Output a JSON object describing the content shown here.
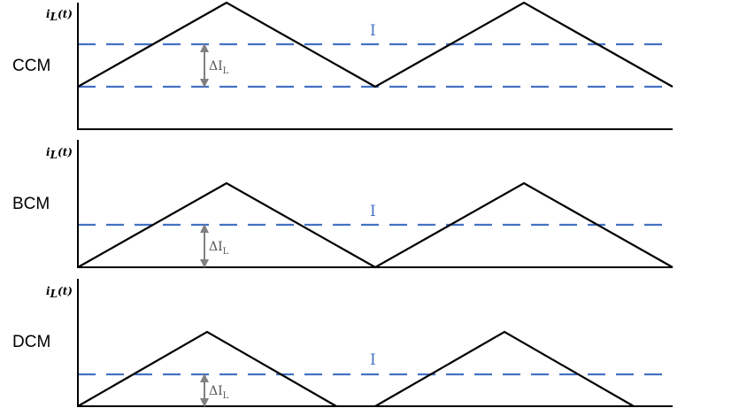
{
  "panels": [
    {
      "mode": "CCM",
      "y_label": "iL(t)",
      "y_label_main": "i",
      "y_label_sub": "L",
      "y_label_tail": "(t)",
      "ripple_label": "ΔI",
      "ripple_sub": "L",
      "avg_label": "I"
    },
    {
      "mode": "BCM",
      "y_label": "iL(t)",
      "y_label_main": "i",
      "y_label_sub": "L",
      "y_label_tail": "(t)",
      "ripple_label": "ΔI",
      "ripple_sub": "L",
      "avg_label": "I"
    },
    {
      "mode": "DCM",
      "y_label": "iL(t)",
      "y_label_main": "i",
      "y_label_sub": "L",
      "y_label_tail": "(t)",
      "ripple_label": "ΔI",
      "ripple_sub": "L",
      "avg_label": "I"
    }
  ],
  "colors": {
    "waveform": "#000000",
    "dashed": "#4472c4",
    "arrow": "#808080"
  }
}
